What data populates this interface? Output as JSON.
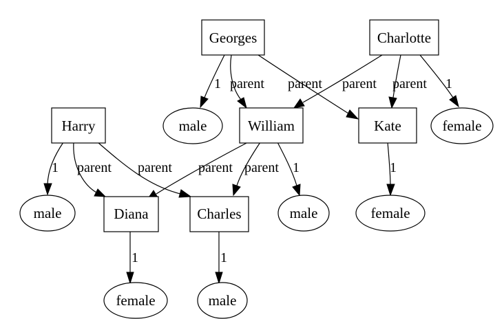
{
  "diagram": {
    "nodes": {
      "georges": "Georges",
      "charlotte": "Charlotte",
      "harry": "Harry",
      "william": "William",
      "kate": "Kate",
      "diana": "Diana",
      "charles": "Charles",
      "male_georges": "male",
      "female_charlotte": "female",
      "male_harry": "male",
      "male_william": "male",
      "female_kate": "female",
      "female_diana": "female",
      "male_charles": "male"
    },
    "edges": {
      "georges_male": "1",
      "georges_william": "parent",
      "georges_kate": "parent",
      "charlotte_william": "parent",
      "charlotte_kate": "parent",
      "charlotte_female": "1",
      "harry_male": "1",
      "harry_diana": "parent",
      "harry_charles": "parent",
      "william_diana": "parent",
      "william_charles": "parent",
      "william_male": "1",
      "kate_female": "1",
      "diana_female": "1",
      "charles_male": "1"
    }
  }
}
